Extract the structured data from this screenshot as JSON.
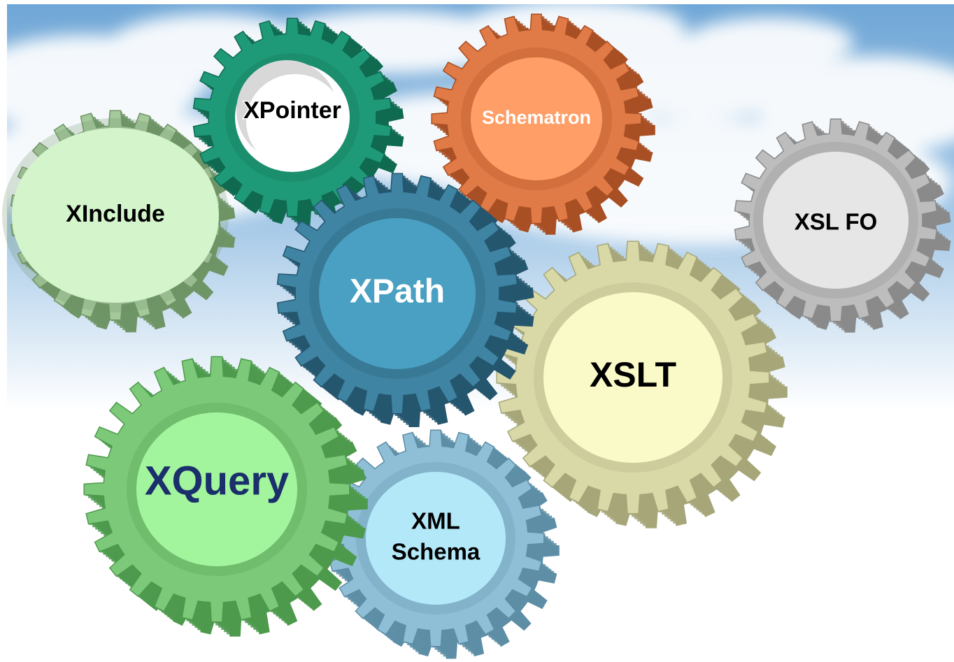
{
  "gears": [
    {
      "id": "xinclude",
      "label_lines": [
        "XInclude"
      ],
      "colors": {
        "rim": "#a6c99c",
        "rim_dark": "#6f9566",
        "hub": "#d4f5cc",
        "text": "#000000",
        "text_stroke": "none"
      }
    },
    {
      "id": "xpointer",
      "label_lines": [
        "XPointer"
      ],
      "colors": {
        "rim": "#1f9a78",
        "rim_dark": "#0f6a50",
        "hub": "#ffffff",
        "text": "#000000",
        "text_stroke": "#ffffff"
      }
    },
    {
      "id": "schematron",
      "label_lines": [
        "Schematron"
      ],
      "colors": {
        "rim": "#e07a46",
        "rim_dark": "#a84f24",
        "hub": "#ff9e66",
        "text": "#ffffff",
        "text_stroke": "none"
      }
    },
    {
      "id": "xsl-fo",
      "label_lines": [
        "XSL FO"
      ],
      "colors": {
        "rim": "#bdbdbd",
        "rim_dark": "#8a8a8a",
        "hub": "#e6e6e6",
        "text": "#000000",
        "text_stroke": "none"
      }
    },
    {
      "id": "xpath",
      "label_lines": [
        "XPath"
      ],
      "colors": {
        "rim": "#3f84a3",
        "rim_dark": "#25566e",
        "hub": "#4aa0c2",
        "text": "#ffffff",
        "text_stroke": "none"
      }
    },
    {
      "id": "xslt",
      "label_lines": [
        "XSLT"
      ],
      "colors": {
        "rim": "#d9d9a8",
        "rim_dark": "#a6a679",
        "hub": "#fafac8",
        "text": "#000000",
        "text_stroke": "none"
      }
    },
    {
      "id": "xquery",
      "label_lines": [
        "XQuery"
      ],
      "colors": {
        "rim": "#7cc97a",
        "rim_dark": "#4e9a4d",
        "hub": "#a2f59c",
        "text": "#1a2f6b",
        "text_stroke": "none"
      }
    },
    {
      "id": "xml-schema",
      "label_lines": [
        "XML",
        "Schema"
      ],
      "colors": {
        "rim": "#8fbfd6",
        "rim_dark": "#5d8ea6",
        "hub": "#b3e8f8",
        "text": "#000000",
        "text_stroke": "none"
      }
    }
  ]
}
